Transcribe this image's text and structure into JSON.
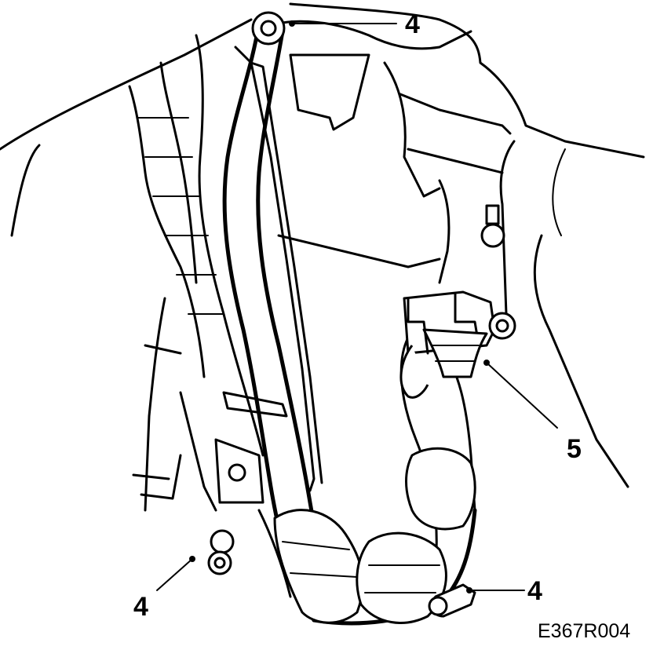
{
  "diagram": {
    "callouts": [
      {
        "id": "c1",
        "label": "4"
      },
      {
        "id": "c2",
        "label": "5"
      },
      {
        "id": "c3",
        "label": "4"
      },
      {
        "id": "c4",
        "label": "4"
      }
    ],
    "figure_code": "E367R004"
  }
}
